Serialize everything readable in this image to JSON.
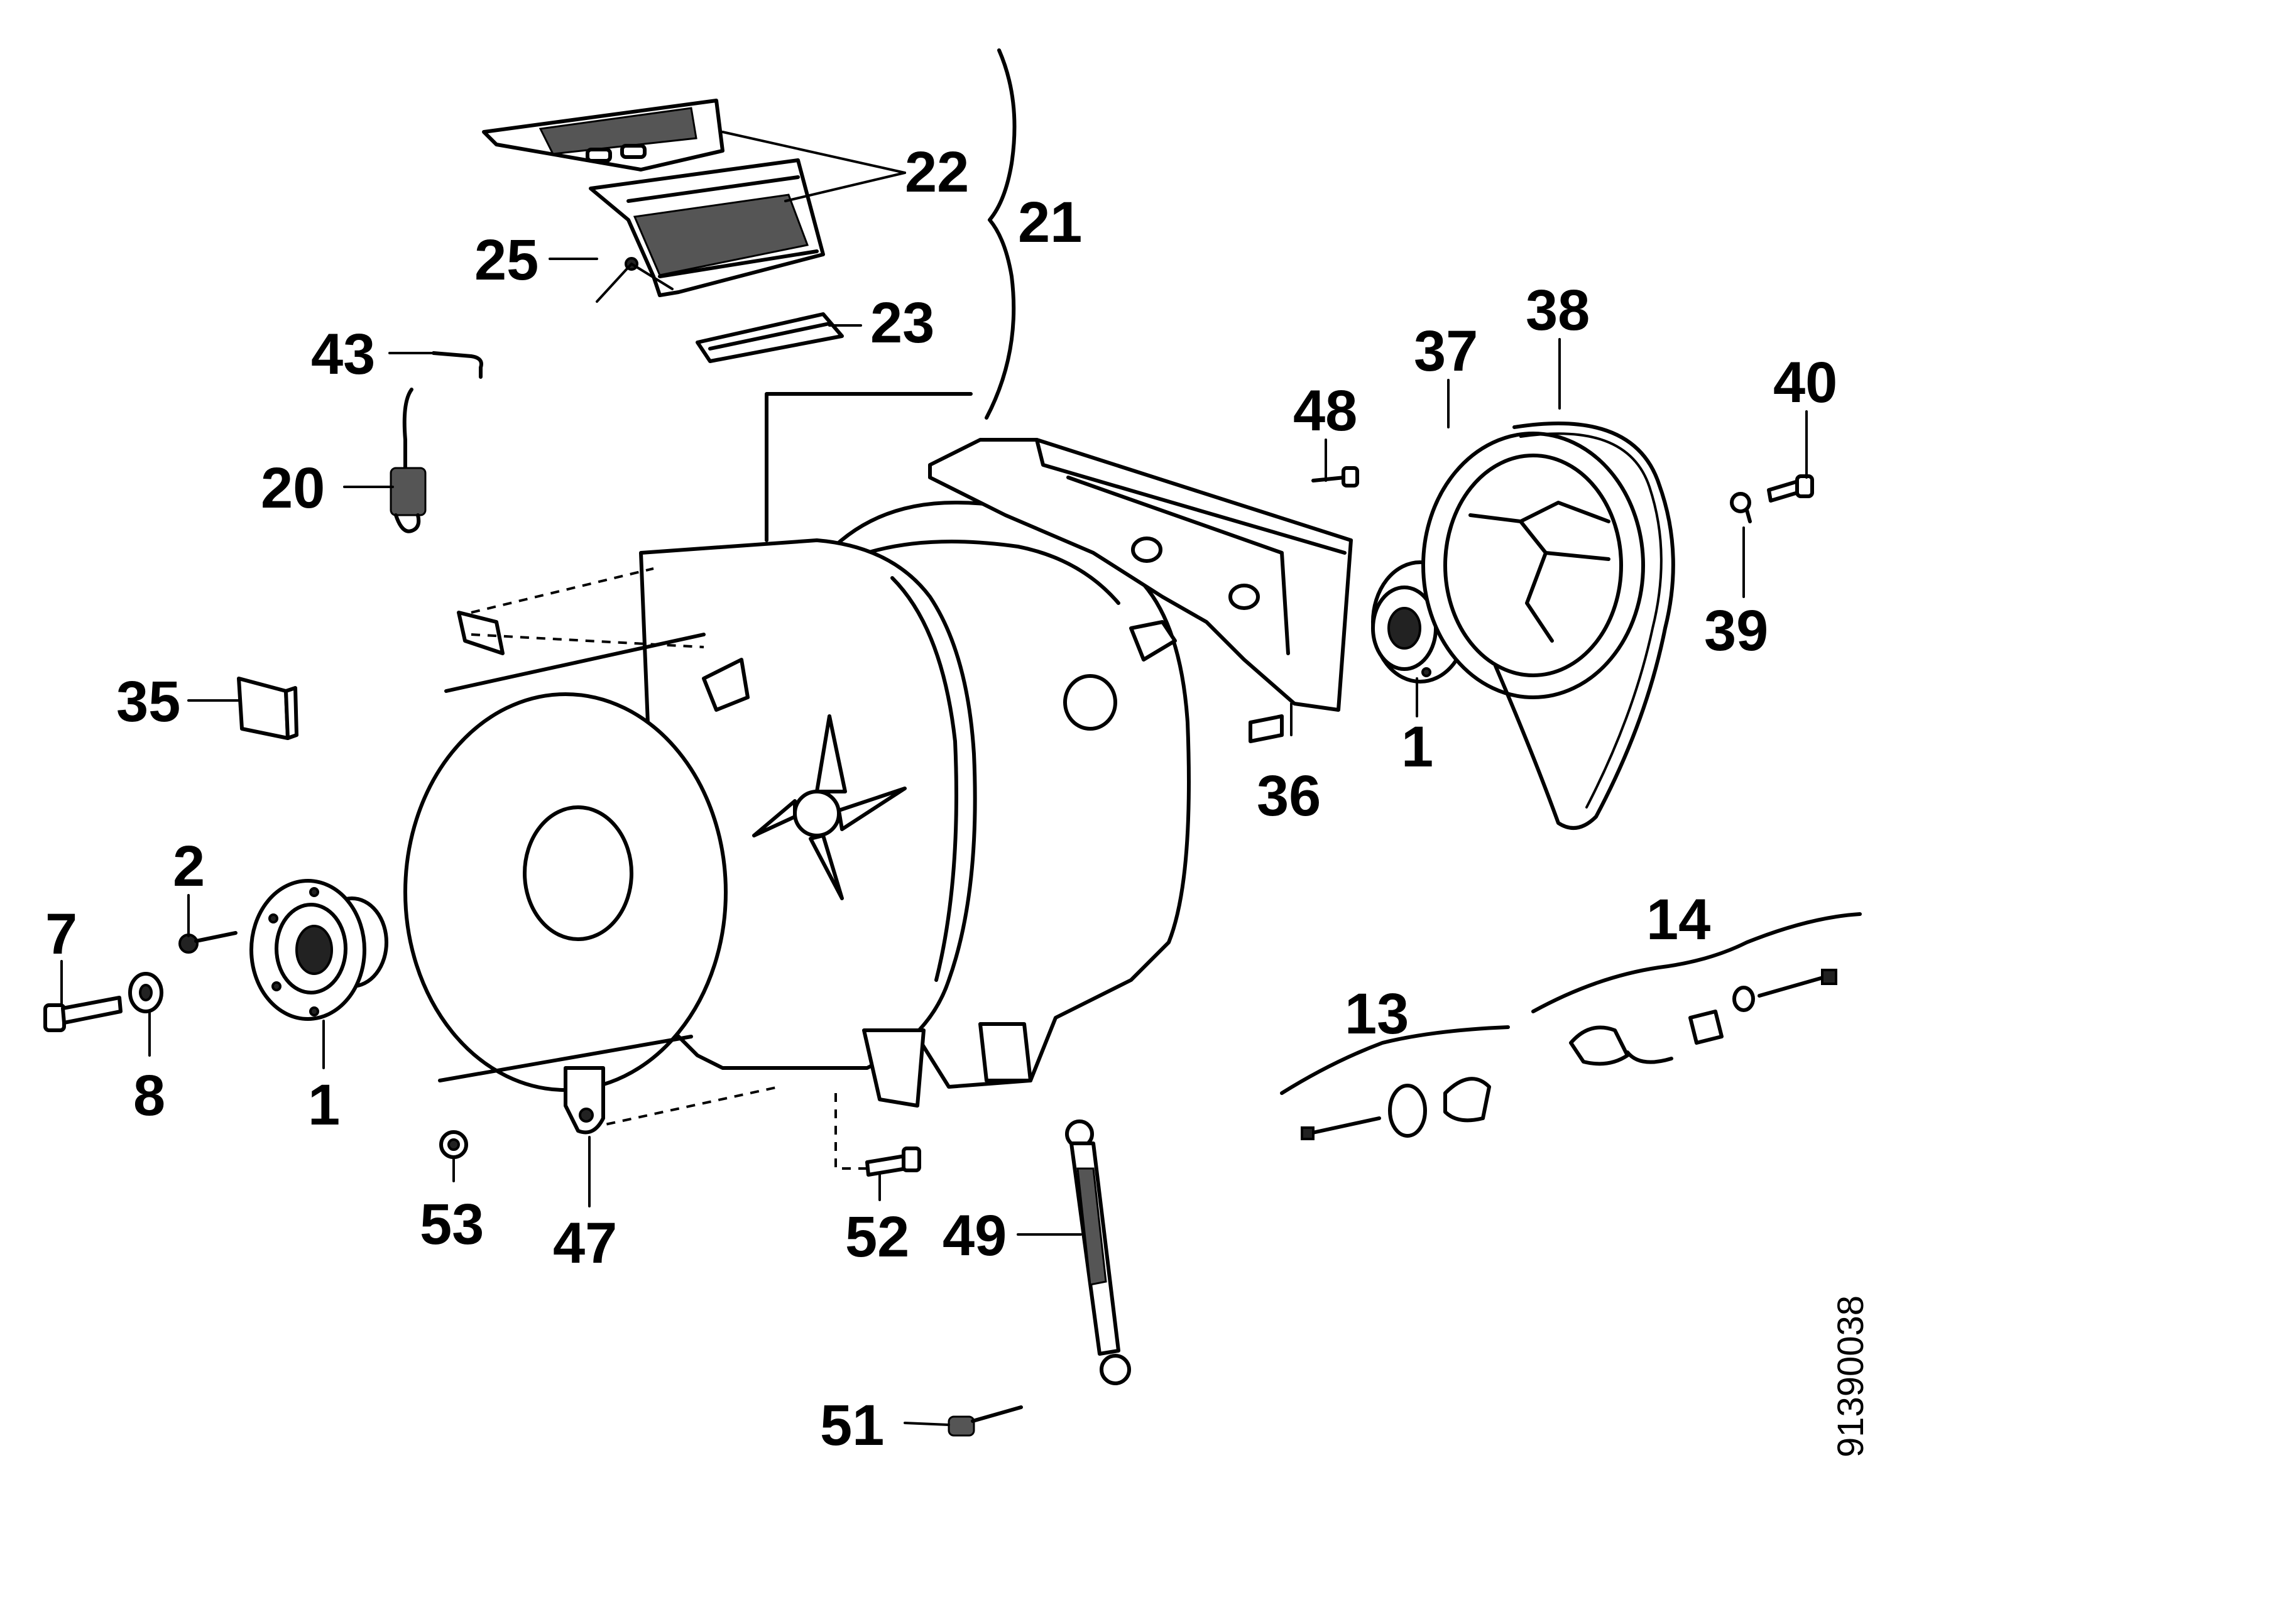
{
  "labels": {
    "l22": "22",
    "l21": "21",
    "l25": "25",
    "l23": "23",
    "l43": "43",
    "l20": "20",
    "l35": "35",
    "l2": "2",
    "l7": "7",
    "l8": "8",
    "l1a": "1",
    "l53": "53",
    "l47": "47",
    "l52": "52",
    "l49": "49",
    "l51": "51",
    "l48": "48",
    "l37": "37",
    "l38": "38",
    "l40": "40",
    "l39": "39",
    "l36": "36",
    "l1b": "1",
    "l14": "14",
    "l13": "13"
  },
  "drawing_code": "91390038"
}
